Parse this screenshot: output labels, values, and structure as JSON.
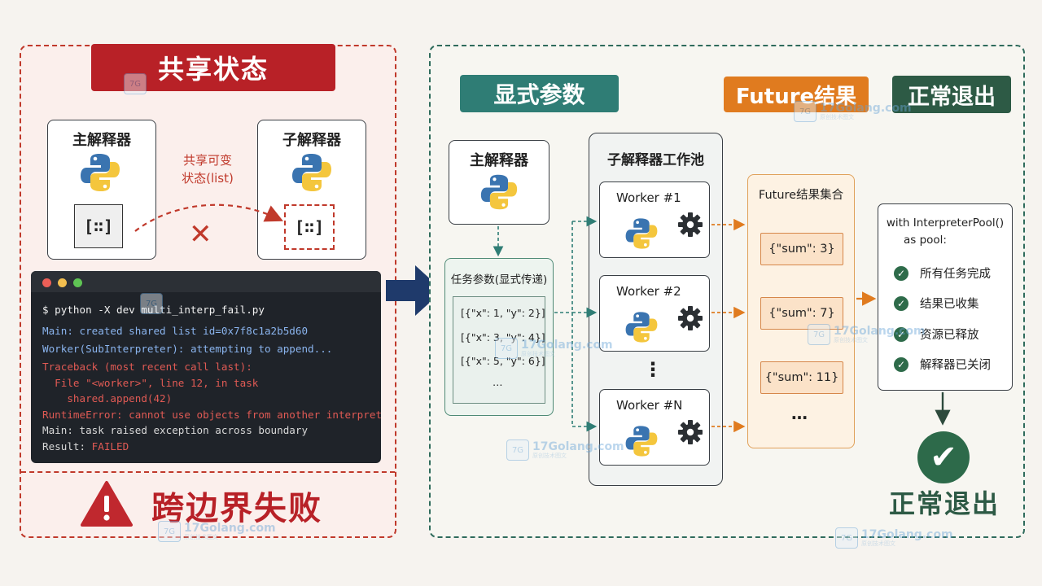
{
  "left": {
    "title": "共享状态",
    "main_label": "主解释器",
    "sub_label": "子解释器",
    "shared_label_1": "共享可变",
    "shared_label_2": "状态(list)",
    "list_glyph": "[∷]",
    "x_mark": "✕",
    "terminal": {
      "command": "$ python -X dev multi_interp_fail.py",
      "lines": [
        {
          "text": "Main: created shared list id=0x7f8c1a2b5d60",
          "color": "#8ab4ee"
        },
        {
          "text": "Worker(SubInterpreter): attempting to append...",
          "color": "#8ab4ee"
        },
        {
          "text": "Traceback (most recent call last):",
          "color": "#e05a54"
        },
        {
          "text": "  File \"<worker>\", line 12, in task",
          "color": "#e05a54"
        },
        {
          "text": "    shared.append(42)",
          "color": "#e05a54"
        },
        {
          "text": "RuntimeError: cannot use objects from another interpreter",
          "color": "#e05a54"
        },
        {
          "text": "Main: task raised exception across boundary",
          "color": "#d8d8d8"
        }
      ],
      "result_prefix": "Result: ",
      "result_value": "FAILED"
    },
    "fail_text": "跨边界失败"
  },
  "right": {
    "tag_explicit": "显式参数",
    "tag_future": "Future结果",
    "tag_exit": "正常退出",
    "main_label": "主解释器",
    "params_title": "任务参数(显式传递)",
    "params": [
      "[{\"x\": 1, \"y\": 2}]",
      "[{\"x\": 3, \"y\": 4}]",
      "[{\"x\": 5, \"y\": 6}]"
    ],
    "params_more": "…",
    "pool_title": "子解释器工作池",
    "workers": [
      "Worker #1",
      "Worker #2",
      "Worker #N"
    ],
    "workers_more": "⋮",
    "future_title": "Future结果集合",
    "sums": [
      "{\"sum\": 3}",
      "{\"sum\": 7}",
      "{\"sum\": 11}"
    ],
    "sums_more": "…",
    "exit_code_1": "with InterpreterPool()",
    "exit_code_2": "as pool:",
    "checks": [
      "所有任务完成",
      "结果已收集",
      "资源已释放",
      "解释器已关闭"
    ],
    "exit_bottom": "正常退出"
  },
  "watermark": {
    "text": "17Golang.com",
    "sub": "原创技术图文",
    "logo": "7G"
  },
  "colors": {
    "red": "#b82127",
    "teal": "#2f7d75",
    "orange": "#e07b1f",
    "green": "#2d5a45",
    "navy": "#1f3a6b"
  }
}
